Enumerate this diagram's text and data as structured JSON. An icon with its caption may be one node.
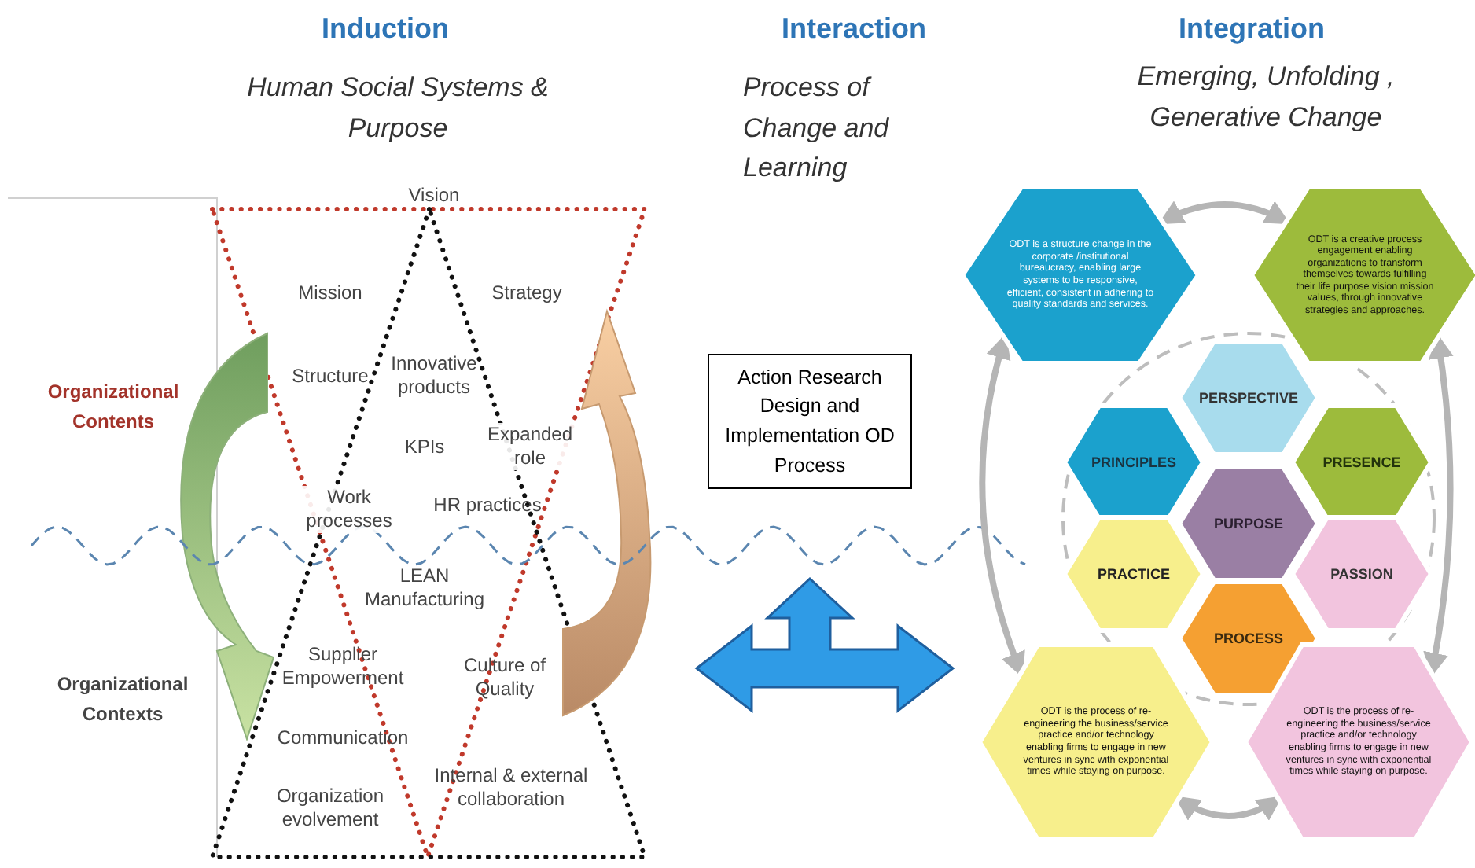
{
  "diagram": {
    "nodes": [
      {
        "text": [
          "Action Research Design and Implementation OD Process"
        ]
      },
      {
        "text": [
          "ODT is a structure change in the corporate /institutional bureaucracy, enabling large systems to be responsive, efficient, consistent in adhering to quality standards and services."
        ]
      },
      {
        "text": [
          "ODT is a creative process engagement enabling organizations to transform themselves towards fulfilling their life purpose vision mission values, through innovative strategies and approaches."
        ]
      },
      {
        "text": [
          "PERSPECTIVE"
        ]
      },
      {
        "text": [
          "PRINCIPLES"
        ]
      },
      {
        "text": [
          "PRESENCE"
        ]
      },
      {
        "text": [
          "PURPOSE"
        ]
      },
      {
        "text": [
          "PRACTICE"
        ]
      },
      {
        "text": [
          "PASSION"
        ]
      },
      {
        "text": [
          "PROCESS"
        ]
      },
      {
        "text": [
          "ODT is the process of re-engineering the business/service practice and/or technology enabling firms to engage in new ventures in sync with exponential times while staying on purpose."
        ]
      },
      {
        "text": [
          "ODT is the process of re-engineering the business/service practice and/or technology enabling firms to engage in new ventures in sync with exponential times while staying on purpose."
        ]
      }
    ],
    "edges": [
      {
        "from": 1,
        "to": 2,
        "arrow": "both"
      },
      {
        "from": 1,
        "to": 10,
        "arrow": "both"
      },
      {
        "from": 2,
        "to": 11,
        "arrow": "both"
      },
      {
        "from": 10,
        "to": 11,
        "arrow": "both"
      }
    ],
    "labels": [
      "Induction",
      "Interaction",
      "Integration",
      "Human Social Systems & Purpose",
      "Process of Change and Learning",
      "Emerging, Unfolding , Generative Change",
      "Organizational Contents",
      "Organizational Contexts",
      "Vision",
      "Mission",
      "Strategy",
      "Structure",
      "Innovative products",
      "KPIs",
      "Expanded role",
      "Work processes",
      "HR practices",
      "LEAN Manufacturing",
      "Supplier Empowerment",
      "Culture of Quality",
      "Communication",
      "Internal & external collaboration",
      "Organization evolvement"
    ]
  }
}
